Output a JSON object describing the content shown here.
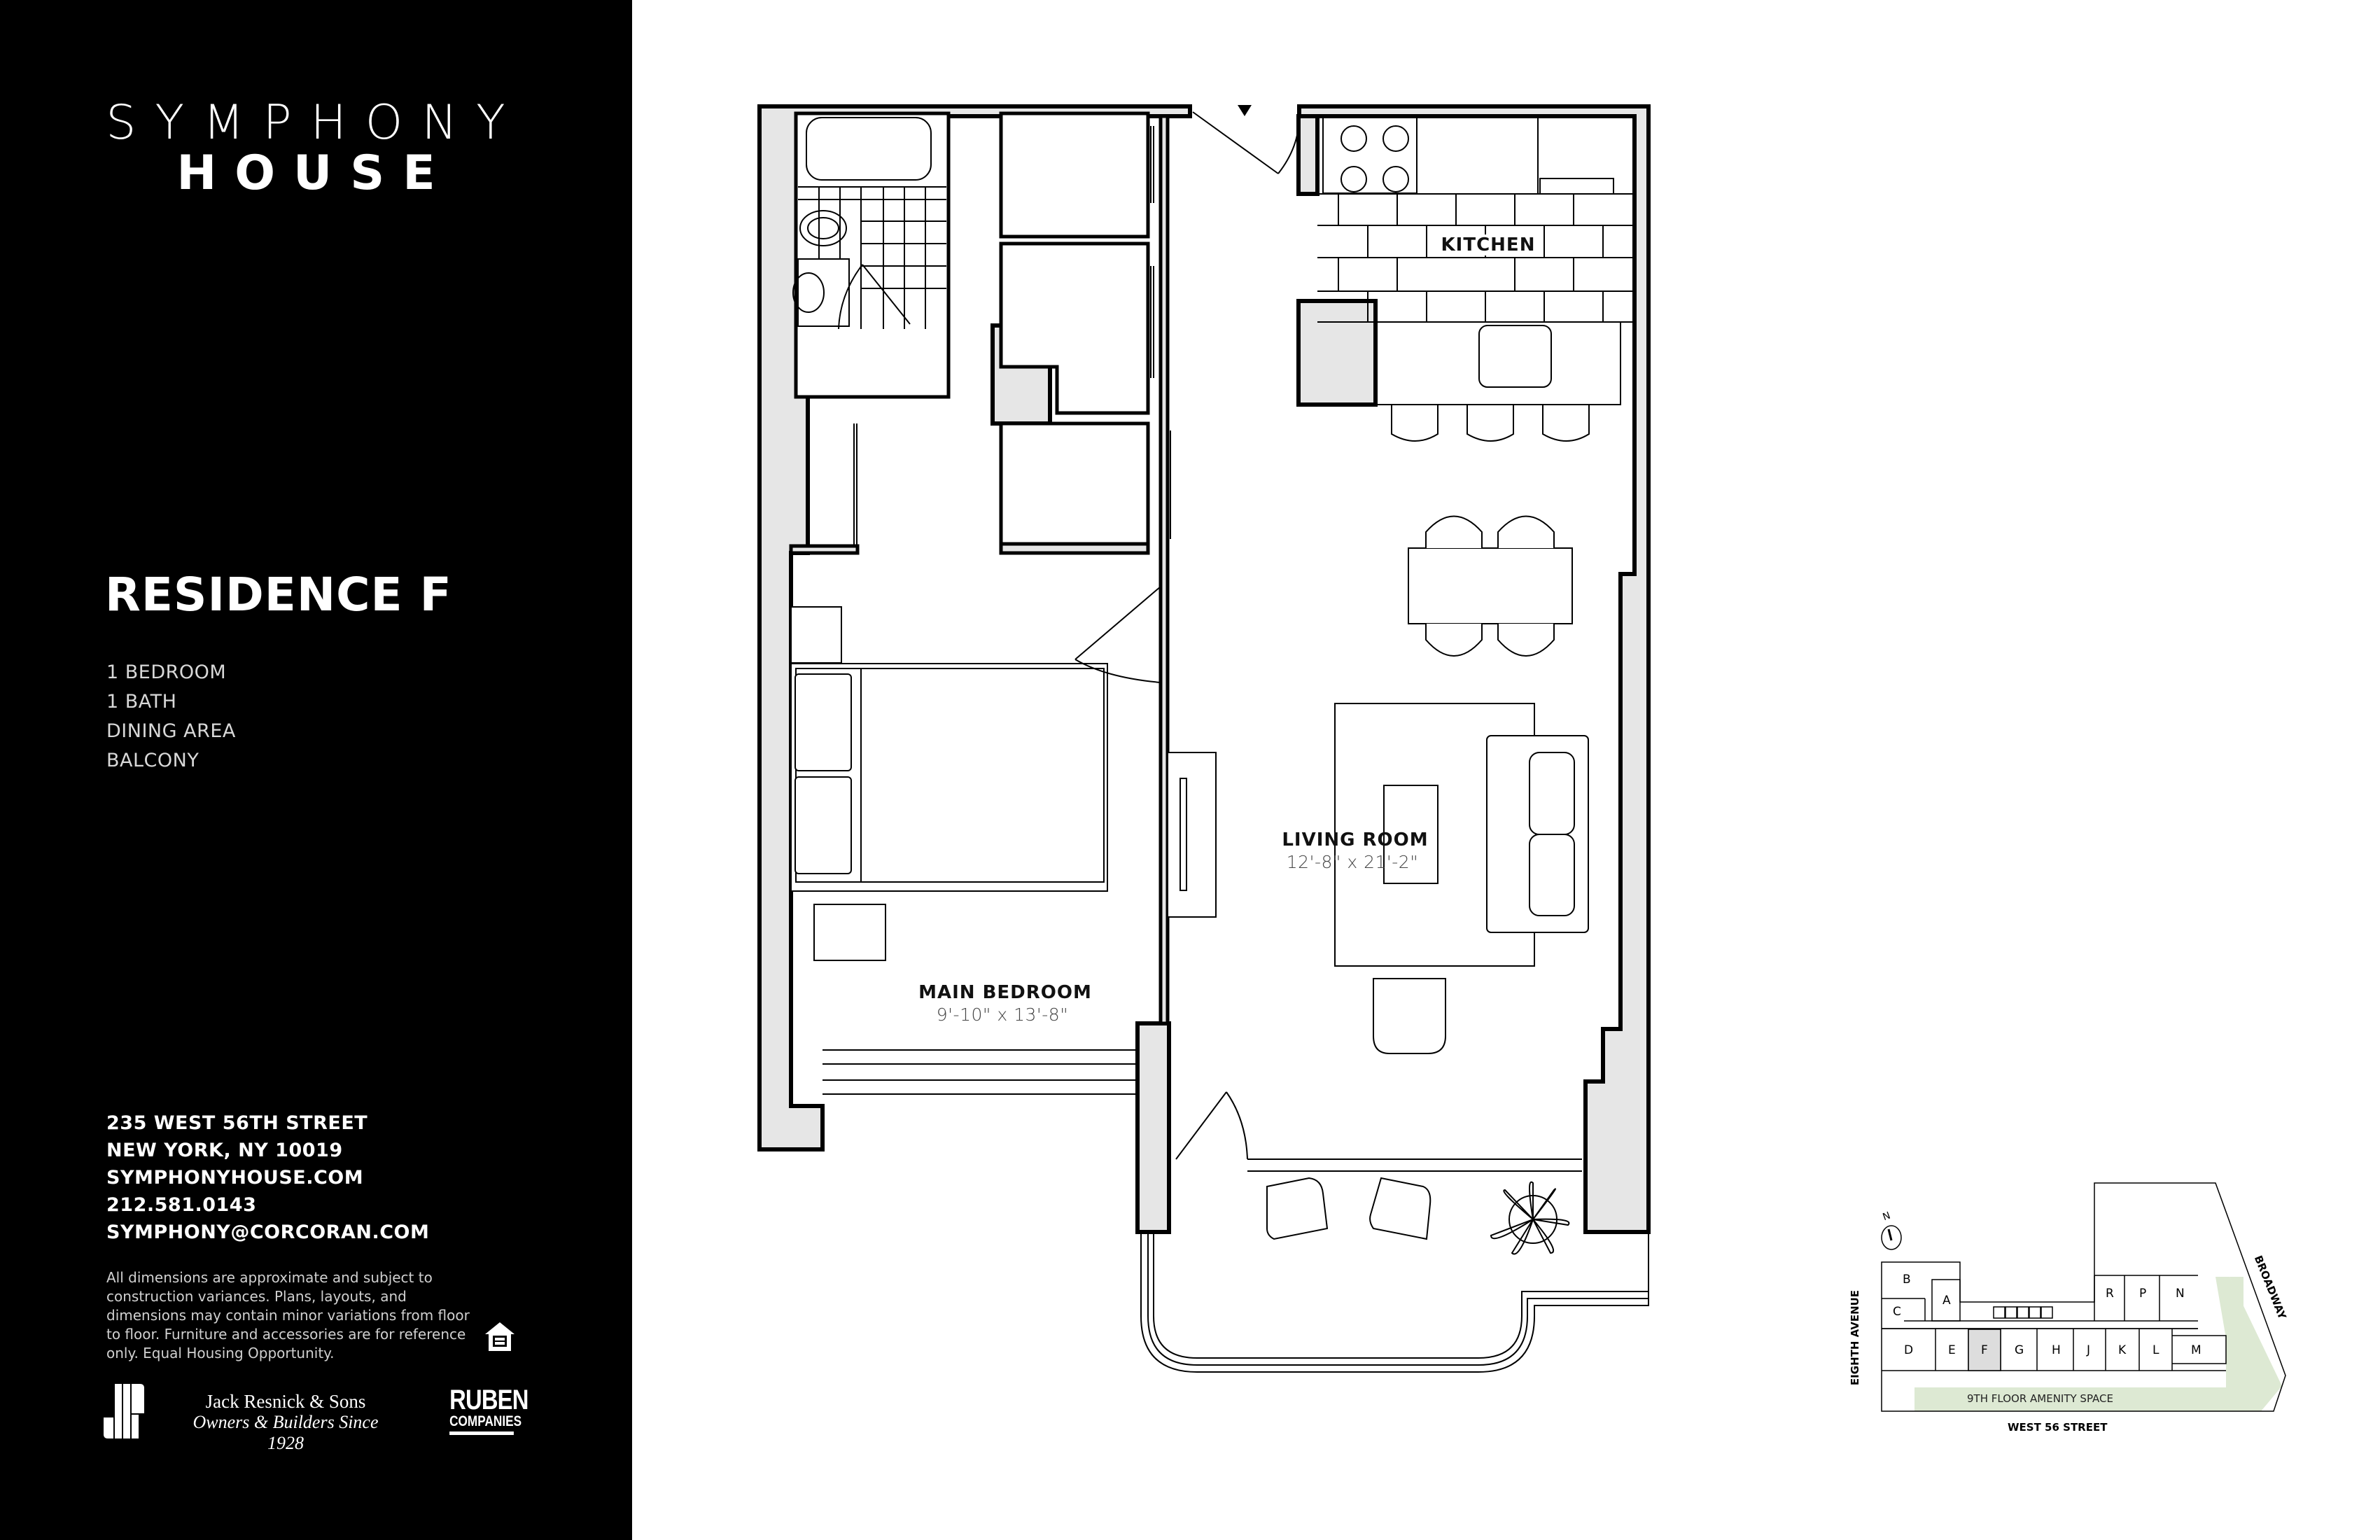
{
  "brand": {
    "line1": "SYMPHONY",
    "line2": "HOUSE"
  },
  "residence": {
    "title": "RESIDENCE F",
    "features": [
      "1 BEDROOM",
      "1 BATH",
      "DINING AREA",
      "BALCONY"
    ]
  },
  "contact": {
    "address1": "235 WEST 56TH STREET",
    "address2": "NEW YORK, NY 10019",
    "website": "SYMPHONYHOUSE.COM",
    "phone": "212.581.0143",
    "email": "SYMPHONY@CORCORAN.COM"
  },
  "disclaimer": "All dimensions are approximate and subject to construction variances. Plans, layouts, and dimensions may contain minor variations from floor to floor. Furniture and accessories are for reference only. Equal Housing Opportunity.",
  "icons": {
    "equal_housing": "equal-housing-opportunity-icon",
    "jr_logo": "jack-resnick-logo-icon",
    "compass": "north-compass-icon",
    "entry": "entry-arrow-icon"
  },
  "developers": {
    "jr_line1": "Jack Resnick & Sons",
    "jr_line2": "Owners & Builders Since 1928",
    "ruben_line1": "RUBEN",
    "ruben_line2": "COMPANIES"
  },
  "floorplan": {
    "rooms": [
      {
        "name": "KITCHEN",
        "dimensions": ""
      },
      {
        "name": "LIVING ROOM",
        "dimensions": "12'-8\" x 21'-2\""
      },
      {
        "name": "MAIN BEDROOM",
        "dimensions": "9'-10\" x 13'-8\""
      }
    ]
  },
  "keyplan": {
    "units_top": [
      "B",
      "A",
      "C",
      "R",
      "P",
      "N"
    ],
    "units_bottom": [
      "D",
      "E",
      "F",
      "G",
      "H",
      "J",
      "K",
      "L",
      "M"
    ],
    "highlighted_unit": "F",
    "amenity_label": "9TH FLOOR AMENITY SPACE",
    "street_bottom": "WEST 56 STREET",
    "street_left": "EIGHTH AVENUE",
    "street_right": "BROADWAY",
    "north_label": "N"
  },
  "colors": {
    "sidebar_bg": "#000000",
    "wall_fill": "#e6e6e6",
    "highlight_unit": "#dddddd",
    "amenity_green": "#dde9d3"
  }
}
